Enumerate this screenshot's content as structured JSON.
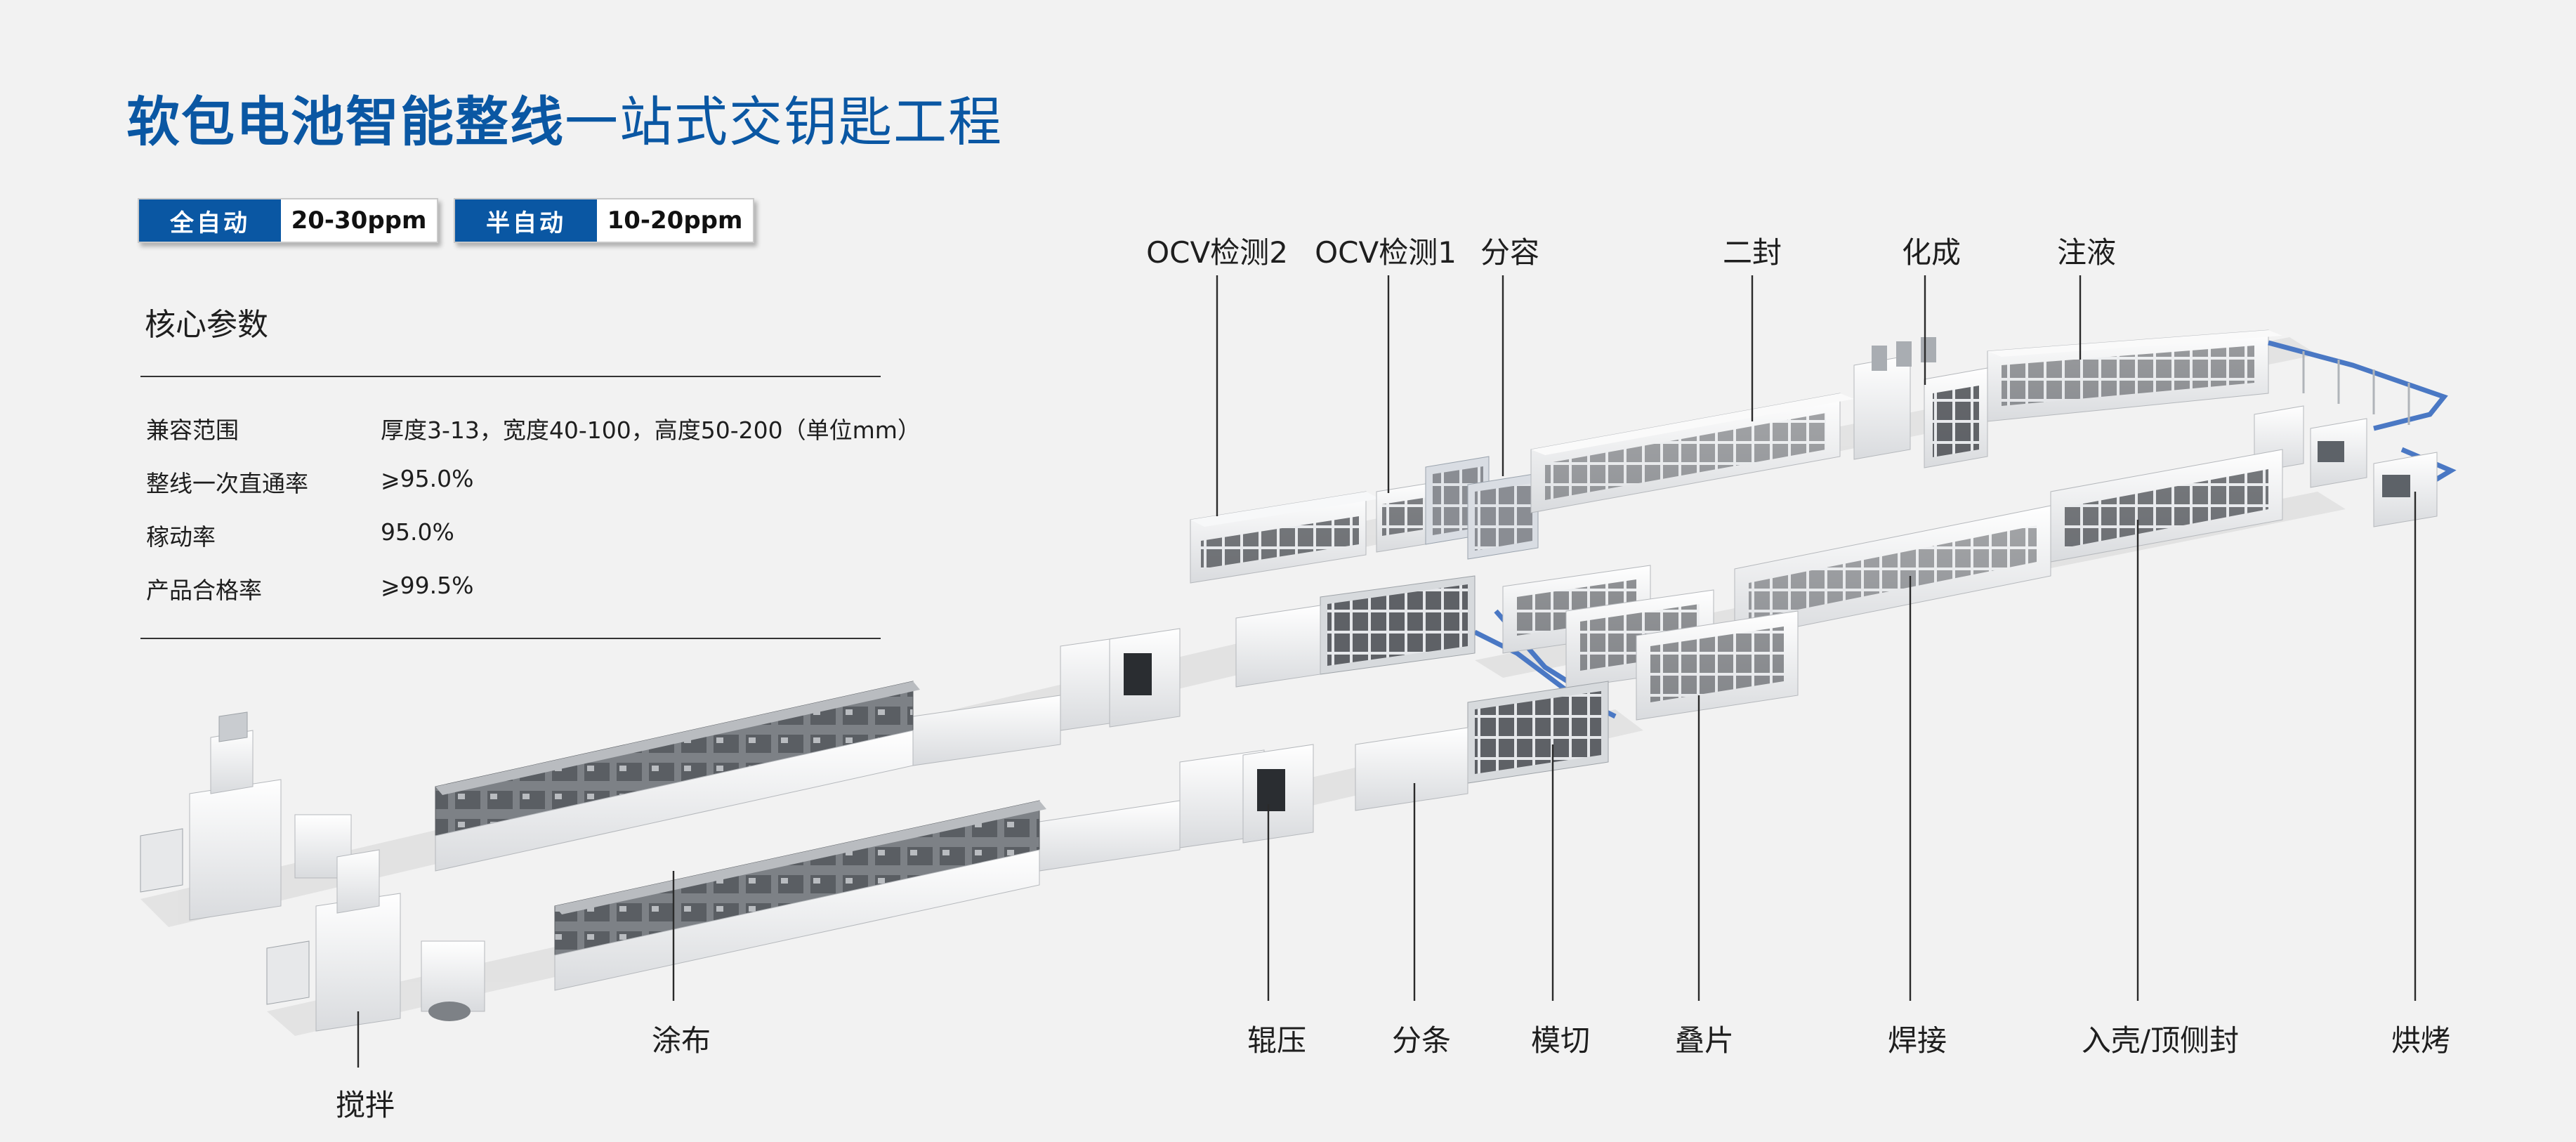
{
  "title": {
    "strong": "软包电池智能整线",
    "light": "一站式交钥匙工程"
  },
  "badges": [
    {
      "key": "全自动",
      "value": "20-30ppm"
    },
    {
      "key": "半自动",
      "value": "10-20ppm"
    }
  ],
  "params": {
    "heading": "核心参数",
    "rows": [
      {
        "key": "兼容范围",
        "value": "厚度3-13，宽度40-100，高度50-200（单位mm）"
      },
      {
        "key": "整线一次直通率",
        "value": "⩾95.0%"
      },
      {
        "key": "稼动率",
        "value": "95.0%"
      },
      {
        "key": "产品合格率",
        "value": "⩾99.5%"
      }
    ]
  },
  "stages_top": [
    "OCV检测2",
    "OCV检测1",
    "分容",
    "二封",
    "化成",
    "注液"
  ],
  "stages_bottom": [
    "涂布",
    "搅拌",
    "辊压",
    "分条",
    "模切",
    "叠片",
    "焊接",
    "入壳/顶侧封",
    "烘烤"
  ],
  "colors": {
    "brand": "#0a57a3",
    "conveyor": "#4a78c4",
    "background": "#f2f2f2"
  }
}
